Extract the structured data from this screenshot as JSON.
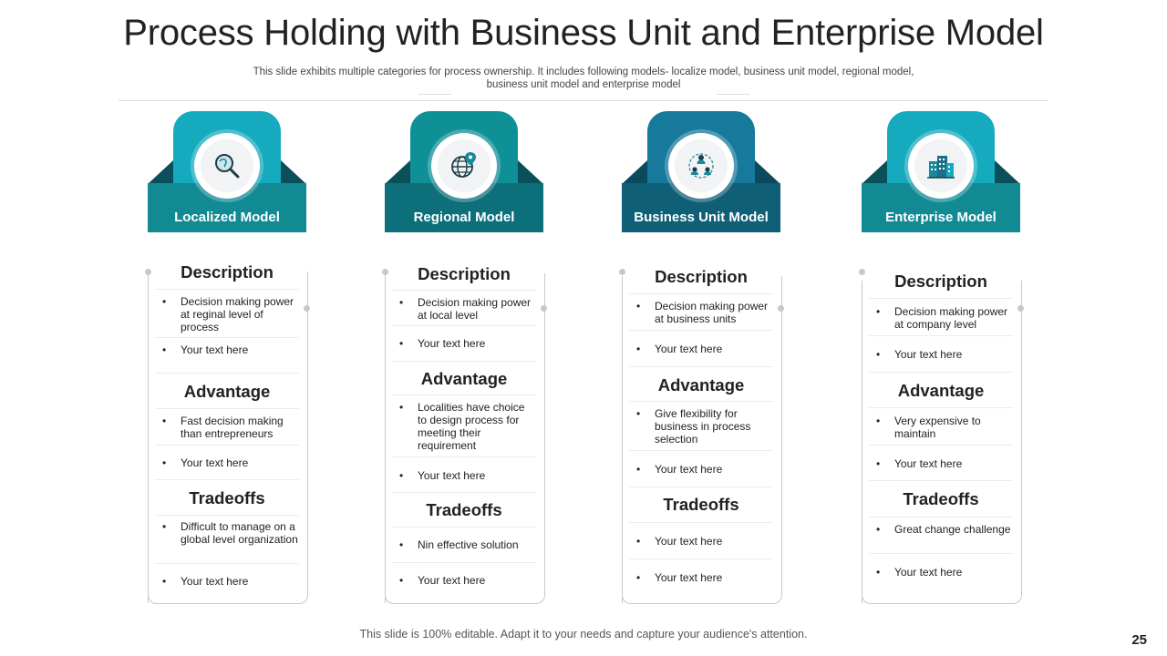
{
  "title": "Process Holding with Business Unit and Enterprise Model",
  "subtitle": "This slide exhibits multiple categories for process ownership. It includes following models- localize model, business unit model, regional model, business unit model and enterprise model",
  "footer": "This slide is 100% editable. Adapt it to your needs and capture your audience's attention.",
  "page_number": "25",
  "colors": {
    "teal_light": "#16aabf",
    "teal_mid": "#128a94",
    "teal_blue": "#17799c",
    "teal_dark": "#0d6f7a",
    "shadow": "#0a4f59"
  },
  "models": [
    {
      "name": "Localized Model",
      "icon": "search-globe-icon",
      "sections": [
        {
          "heading": "Description",
          "items": [
            "Decision making power at reginal level of process",
            "Your text here"
          ]
        },
        {
          "heading": "Advantage",
          "items": [
            "Fast decision making than entrepreneurs",
            "Your text here"
          ]
        },
        {
          "heading": "Tradeoffs",
          "items": [
            "Difficult to manage on a global level organization",
            "Your text here"
          ]
        }
      ]
    },
    {
      "name": "Regional Model",
      "icon": "globe-location-icon",
      "sections": [
        {
          "heading": "Description",
          "items": [
            "Decision making power at local level",
            "Your text here"
          ]
        },
        {
          "heading": "Advantage",
          "items": [
            "Localities have choice to design process for meeting their requirement",
            "Your text here"
          ]
        },
        {
          "heading": "Tradeoffs",
          "items": [
            "Nin effective solution",
            "Your text here"
          ]
        }
      ]
    },
    {
      "name": "Business Unit Model",
      "icon": "org-users-icon",
      "sections": [
        {
          "heading": "Description",
          "items": [
            "Decision making power at business units",
            "Your text here"
          ]
        },
        {
          "heading": "Advantage",
          "items": [
            "Give flexibility for business in process selection",
            "Your text here"
          ]
        },
        {
          "heading": "Tradeoffs",
          "items": [
            "Your text here",
            "Your text here"
          ]
        }
      ]
    },
    {
      "name": "Enterprise Model",
      "icon": "buildings-icon",
      "sections": [
        {
          "heading": "Description",
          "items": [
            "Decision making power at company level",
            "Your text here"
          ]
        },
        {
          "heading": "Advantage",
          "items": [
            "Very expensive to maintain",
            "Your text here"
          ]
        },
        {
          "heading": "Tradeoffs",
          "items": [
            "Great change challenge",
            "Your text here"
          ]
        }
      ]
    }
  ]
}
